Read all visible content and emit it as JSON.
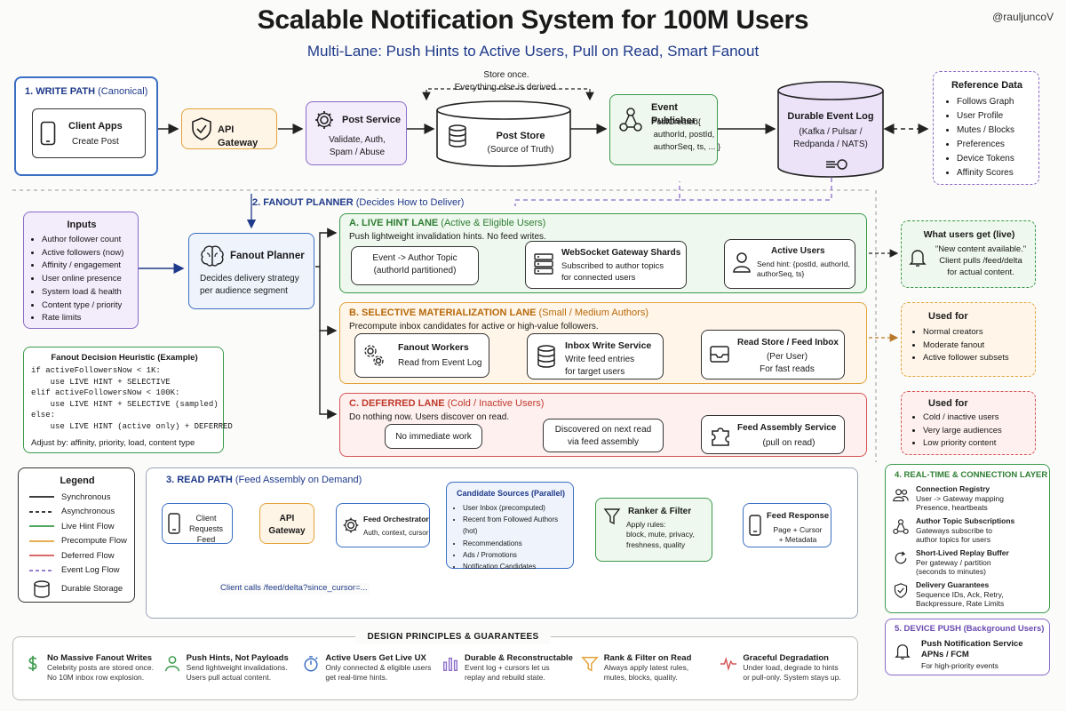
{
  "header": {
    "title": "Scalable Notification System for 100M Users",
    "subtitle": "Multi-Lane: Push Hints to Active Users, Pull on Read, Smart Fanout",
    "handle": "@rauljuncoV"
  },
  "write_path": {
    "title": "1. WRITE PATH",
    "title_sub": "(Canonical)",
    "client": {
      "title": "Client Apps",
      "sub": "Create Post"
    },
    "gateway": {
      "title": "API Gateway"
    },
    "post_service": {
      "title": "Post Service",
      "sub": "Validate, Auth,\nSpam / Abuse"
    },
    "store_note": "Store once.\nEverything else is derived.",
    "post_store": {
      "title": "Post Store",
      "sub": "(Source of Truth)"
    },
    "event_publisher": {
      "title": "Event Publisher",
      "sub": "PostCreated{\n authorId, postId,\n authorSeq, ts, ... }"
    },
    "event_log": {
      "title": "Durable Event Log",
      "sub": "(Kafka / Pulsar /\nRedpanda / NATS)"
    },
    "reference": {
      "title": "Reference Data",
      "items": [
        "Follows Graph",
        "User Profile",
        "Mutes / Blocks",
        "Preferences",
        "Device Tokens",
        "Affinity Scores"
      ]
    }
  },
  "fanout": {
    "title": "2. FANOUT PLANNER",
    "title_sub": "(Decides How to Deliver)",
    "inputs": {
      "title": "Inputs",
      "items": [
        "Author follower count",
        "Active followers (now)",
        "Affinity / engagement",
        "User online presence",
        "System load & health",
        "Content type / priority",
        "Rate limits"
      ]
    },
    "planner": {
      "title": "Fanout Planner",
      "sub": "Decides delivery strategy\nper audience segment"
    },
    "heuristic": {
      "title": "Fanout Decision Heuristic (Example)",
      "code": [
        "if activeFollowersNow < 1K:",
        "    use LIVE HINT + SELECTIVE",
        "elif activeFollowersNow < 100K:",
        "    use LIVE HINT + SELECTIVE (sampled)",
        "else:",
        "    use LIVE HINT (active only) + DEFERRED"
      ],
      "adjust": "Adjust by: affinity, priority, load, content type"
    }
  },
  "lanes": {
    "live": {
      "title": "A. LIVE HINT LANE",
      "title_sub": "(Active & Eligible Users)",
      "desc": "Push lightweight invalidation hints. No feed writes.",
      "topic": "Event -> Author Topic\n(authorId partitioned)",
      "ws": {
        "title": "WebSocket Gateway Shards",
        "sub": "Subscribed to author topics\nfor connected users"
      },
      "active": {
        "title": "Active Users",
        "sub": "Send hint: {postId, authorId,\nauthorSeq, ts}"
      }
    },
    "selective": {
      "title": "B. SELECTIVE MATERIALIZATION LANE",
      "title_sub": "(Small / Medium Authors)",
      "desc": "Precompute inbox candidates for active or high-value followers.",
      "workers": {
        "title": "Fanout Workers",
        "sub": "Read from Event Log"
      },
      "inbox": {
        "title": "Inbox Write Service",
        "sub": "Write feed entries\nfor target users"
      },
      "store": {
        "title": "Read Store / Feed Inbox",
        "sub": "(Per User)\nFor fast reads"
      }
    },
    "deferred": {
      "title": "C. DEFERRED LANE",
      "title_sub": "(Cold / Inactive Users)",
      "desc": "Do nothing now. Users discover on read.",
      "noop": "No immediate work",
      "discover": "Discovered on next read\nvia feed assembly",
      "assembly": {
        "title": "Feed Assembly Service",
        "sub": "(pull on read)"
      }
    }
  },
  "outcomes": {
    "live": {
      "title": "What users get (live)",
      "text": "\"New content available.\"\nClient pulls /feed/delta\nfor actual content."
    },
    "selective": {
      "title": "Used for",
      "items": [
        "Normal creators",
        "Moderate fanout",
        "Active follower subsets"
      ]
    },
    "deferred": {
      "title": "Used for",
      "items": [
        "Cold / inactive users",
        "Very large audiences",
        "Low priority content"
      ]
    }
  },
  "legend": {
    "title": "Legend",
    "items": [
      {
        "label": "Synchronous",
        "color": "#222222",
        "style": "solid"
      },
      {
        "label": "Asynchronous",
        "color": "#222222",
        "style": "dashed"
      },
      {
        "label": "Live Hint Flow",
        "color": "#3a9a4a",
        "style": "solid"
      },
      {
        "label": "Precompute Flow",
        "color": "#e3a23a",
        "style": "solid"
      },
      {
        "label": "Deferred Flow",
        "color": "#d65454",
        "style": "solid"
      },
      {
        "label": "Event Log Flow",
        "color": "#8a6bc8",
        "style": "dashed"
      }
    ],
    "storage": "Durable Storage"
  },
  "read_path": {
    "title": "3. READ PATH",
    "title_sub": "(Feed Assembly on Demand)",
    "client": "Client Requests\nFeed",
    "gateway": "API\nGateway",
    "orchestrator": {
      "title": "Feed Orchestrator",
      "sub": "Auth, context, cursor"
    },
    "sources": {
      "title": "Candidate Sources (Parallel)",
      "items": [
        "User Inbox (precomputed)",
        "Recent from Followed Authors (hot)",
        "Recommendations",
        "Ads / Promotions",
        "Notification Candidates"
      ]
    },
    "ranker": {
      "title": "Ranker & Filter",
      "sub": "Apply rules:\nblock, mute, privacy,\nfreshness, quality"
    },
    "response": {
      "title": "Feed Response",
      "sub": "Page + Cursor\n+ Metadata"
    },
    "delta": "Client calls /feed/delta?since_cursor=..."
  },
  "realtime": {
    "title": "4. REAL-TIME & CONNECTION LAYER",
    "items": [
      {
        "title": "Connection Registry",
        "sub": "User -> Gateway mapping\nPresence, heartbeats",
        "icon": "users-icon"
      },
      {
        "title": "Author Topic Subscriptions",
        "sub": "Gateways subscribe to\nauthor topics for users",
        "icon": "share-icon"
      },
      {
        "title": "Short-Lived Replay Buffer",
        "sub": "Per gateway / partition\n(seconds to minutes)",
        "icon": "refresh-icon"
      },
      {
        "title": "Delivery Guarantees",
        "sub": "Sequence IDs, Ack, Retry,\nBackpressure, Rate Limits",
        "icon": "shield-check-icon"
      }
    ]
  },
  "device_push": {
    "title": "5. DEVICE PUSH (Background Users)",
    "item": {
      "title": "Push Notification Service",
      "title2": "APNs / FCM",
      "sub": "For high-priority events"
    }
  },
  "principles": {
    "title": "DESIGN PRINCIPLES & GUARANTEES",
    "items": [
      {
        "title": "No Massive Fanout Writes",
        "text": "Celebrity posts are stored once.\nNo 10M inbox row explosion.",
        "icon": "dollar-icon",
        "color": "#3a9a4a"
      },
      {
        "title": "Push Hints, Not Payloads",
        "text": "Send lightweight invalidations.\nUsers pull actual content.",
        "icon": "user-icon",
        "color": "#3a9a4a"
      },
      {
        "title": "Active Users Get Live UX",
        "text": "Only connected & eligible users\nget real-time hints.",
        "icon": "stopwatch-icon",
        "color": "#3b6fc4"
      },
      {
        "title": "Durable & Reconstructable",
        "text": "Event log + cursors let us\nreplay and rebuild state.",
        "icon": "bars-icon",
        "color": "#8a6bc8"
      },
      {
        "title": "Rank & Filter on Read",
        "text": "Always apply latest rules,\nmutes, blocks, quality.",
        "icon": "filter-icon",
        "color": "#e3a23a"
      },
      {
        "title": "Graceful Degradation",
        "text": "Under load, degrade to hints\nor pull-only. System stays up.",
        "icon": "pulse-icon",
        "color": "#d65454"
      }
    ]
  }
}
